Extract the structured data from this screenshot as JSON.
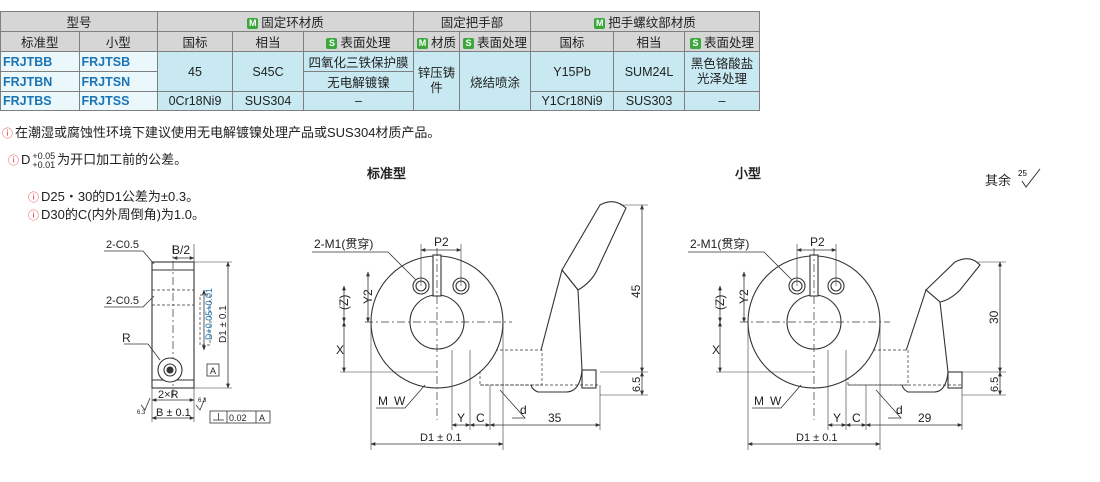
{
  "table": {
    "h1": [
      "型号",
      "固定环材质",
      "固定把手部",
      "把手螺纹部材质"
    ],
    "h2": [
      "标准型",
      "小型",
      "国标",
      "相当",
      "表面处理",
      "材质",
      "表面处理",
      "国标",
      "相当",
      "表面处理"
    ],
    "badge_m": "M",
    "badge_s": "S",
    "rows": [
      {
        "std": "FRJTBB",
        "small": "FRJTSB"
      },
      {
        "std": "FRJTBN",
        "small": "FRJTSN"
      },
      {
        "std": "FRJTBS",
        "small": "FRJTSS"
      }
    ],
    "ring_gb_1": "45",
    "ring_eq_1": "S45C",
    "ring_sf_1": "四氧化三铁保护膜",
    "ring_sf_2": "无电解镀镍",
    "ring_gb_3": "0Cr18Ni9",
    "ring_eq_3": "SUS304",
    "ring_sf_3": "–",
    "handle_mat": "锌压铸件",
    "handle_sf": "烧结喷涂",
    "thr_gb_1": "Y15Pb",
    "thr_eq_1": "SUM24L",
    "thr_sf_1": "黑色铬酸盐光泽处理",
    "thr_gb_3": "Y1Cr18Ni9",
    "thr_eq_3": "SUS303",
    "thr_sf_3": "–"
  },
  "notes": {
    "n1": "在潮湿或腐蚀性环境下建议使用无电解镀镍处理产品或SUS304材质产品。",
    "n2_pre": "D",
    "n2_tol_up": "+0.05",
    "n2_tol_lo": "+0.01",
    "n2_post": "为开口加工前的公差。",
    "n3": "D25・30的D1公差为±0.3。",
    "n4": "D30的C(内外周倒角)为1.0。"
  },
  "titles": {
    "standard": "标准型",
    "small": "小型",
    "rest": "其余",
    "rest_val": "25"
  },
  "side_view": {
    "c1": "2-C0.5",
    "c2": "2-C0.5",
    "b2": "B/2",
    "r": "R",
    "d1": "D1 ± 0.1",
    "d_tol": "D+0.05+0.01",
    "a": "A",
    "two_r": "2×R",
    "b": "B ± 0.1",
    "flat": "0.02",
    "flat_ref": "A",
    "rough1": "6.3",
    "rough2": "6.3"
  },
  "std_view": {
    "holes": "2-M1(贯穿)",
    "p2": "P2",
    "z": "(Z)",
    "y2": "Y2",
    "x": "X",
    "m": "M",
    "w": "W",
    "y": "Y",
    "c": "C",
    "d": "d",
    "len": "35",
    "d1": "D1 ± 0.1",
    "h": "45",
    "h2": "6.5"
  },
  "small_view": {
    "holes": "2-M1(贯穿)",
    "p2": "P2",
    "z": "(Z)",
    "y2": "Y2",
    "x": "X",
    "m": "M",
    "w": "W",
    "y": "Y",
    "c": "C",
    "d": "d",
    "len": "29",
    "d1": "D1 ± 0.1",
    "h": "30",
    "h2": "6.5"
  }
}
